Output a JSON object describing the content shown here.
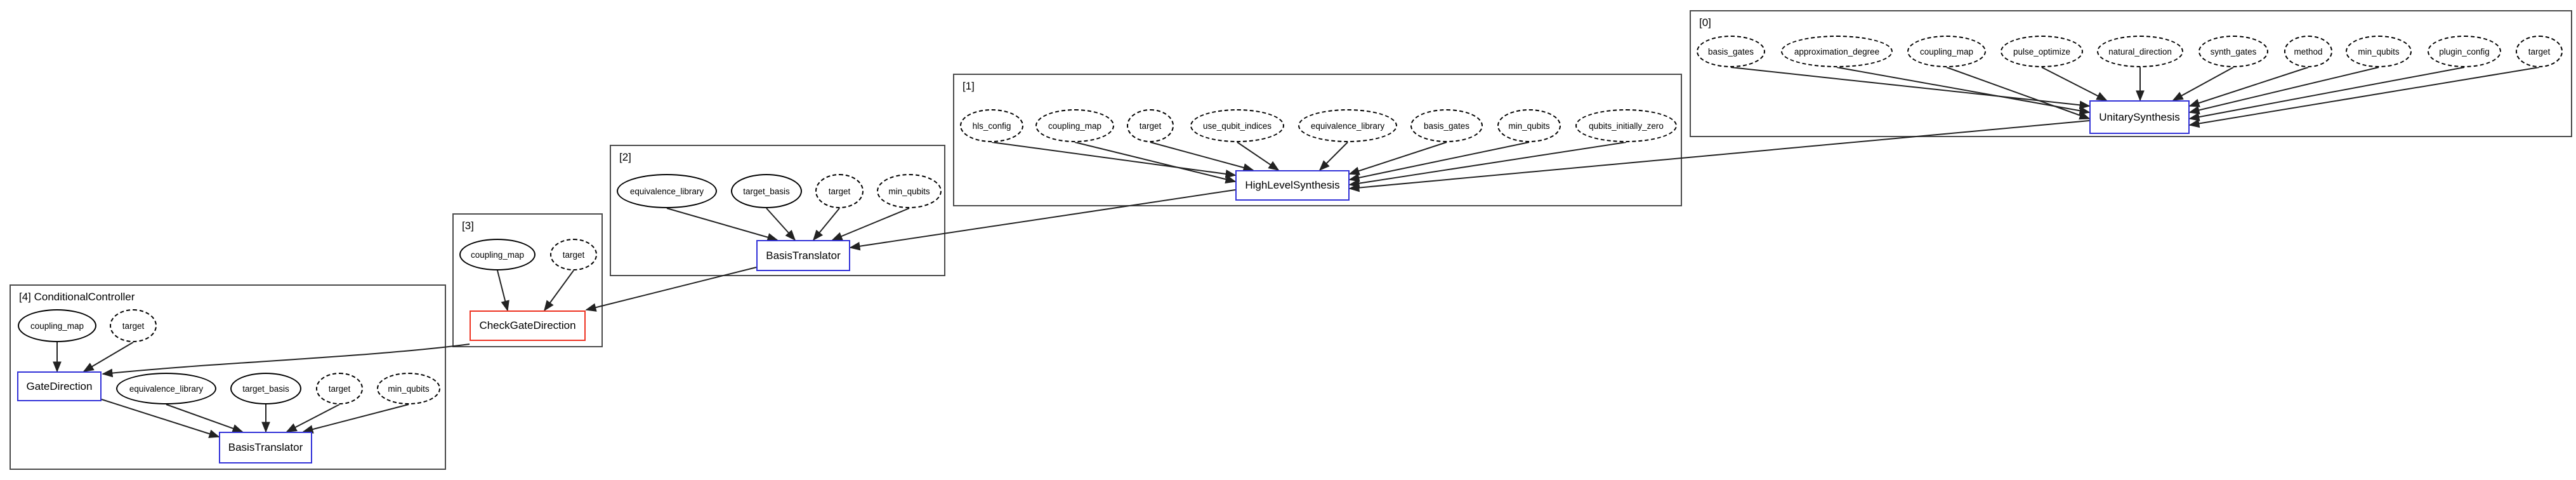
{
  "diagram": {
    "kind": "pass-manager-pipeline",
    "colors": {
      "background": "#ffffff",
      "cluster_border": "#4a4a4a",
      "node_border": "#000000",
      "pass_border_blue": "#3232d8",
      "pass_border_red": "#ee3322",
      "edge": "#222222",
      "text": "#000000"
    },
    "clusters": [
      {
        "label": "[0]",
        "passes": [
          {
            "label": "UnitarySynthesis"
          }
        ],
        "args": [
          {
            "label": "basis_gates",
            "style": "dashed"
          },
          {
            "label": "approximation_degree",
            "style": "dashed"
          },
          {
            "label": "coupling_map",
            "style": "dashed"
          },
          {
            "label": "pulse_optimize",
            "style": "dashed"
          },
          {
            "label": "natural_direction",
            "style": "dashed"
          },
          {
            "label": "synth_gates",
            "style": "dashed"
          },
          {
            "label": "method",
            "style": "dashed"
          },
          {
            "label": "min_qubits",
            "style": "dashed"
          },
          {
            "label": "plugin_config",
            "style": "dashed"
          },
          {
            "label": "target",
            "style": "dashed"
          }
        ]
      },
      {
        "label": "[1]",
        "passes": [
          {
            "label": "HighLevelSynthesis"
          }
        ],
        "args": [
          {
            "label": "hls_config",
            "style": "dashed"
          },
          {
            "label": "coupling_map",
            "style": "dashed"
          },
          {
            "label": "target",
            "style": "dashed"
          },
          {
            "label": "use_qubit_indices",
            "style": "dashed"
          },
          {
            "label": "equivalence_library",
            "style": "dashed"
          },
          {
            "label": "basis_gates",
            "style": "dashed"
          },
          {
            "label": "min_qubits",
            "style": "dashed"
          },
          {
            "label": "qubits_initially_zero",
            "style": "dashed"
          }
        ]
      },
      {
        "label": "[2]",
        "passes": [
          {
            "label": "BasisTranslator"
          }
        ],
        "args": [
          {
            "label": "equivalence_library",
            "style": "solid"
          },
          {
            "label": "target_basis",
            "style": "solid"
          },
          {
            "label": "target",
            "style": "dashed"
          },
          {
            "label": "min_qubits",
            "style": "dashed"
          }
        ]
      },
      {
        "label": "[3]",
        "passes": [
          {
            "label": "CheckGateDirection"
          }
        ],
        "args": [
          {
            "label": "coupling_map",
            "style": "solid"
          },
          {
            "label": "target",
            "style": "dashed"
          }
        ]
      },
      {
        "label": "[4] ConditionalController",
        "passes": [
          {
            "label": "GateDirection"
          },
          {
            "label": "BasisTranslator"
          }
        ],
        "args": [
          {
            "label": "coupling_map",
            "style": "solid"
          },
          {
            "label": "target",
            "style": "dashed"
          },
          {
            "label": "equivalence_library",
            "style": "solid"
          },
          {
            "label": "target_basis",
            "style": "solid"
          },
          {
            "label": "target",
            "style": "dashed"
          },
          {
            "label": "min_qubits",
            "style": "dashed"
          }
        ]
      }
    ]
  }
}
